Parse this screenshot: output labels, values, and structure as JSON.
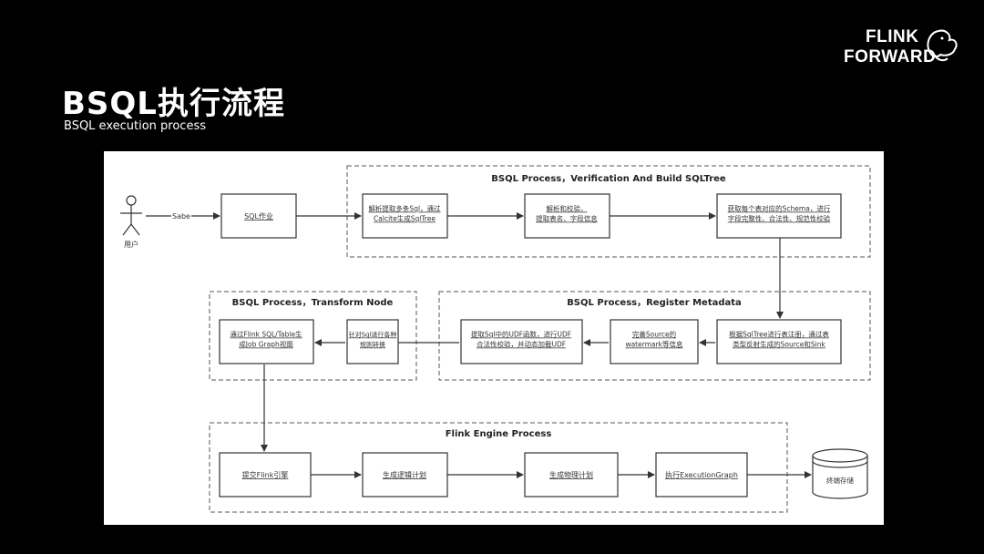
{
  "slide": {
    "title": "BSQL执行流程",
    "subtitle": "BSQL execution process"
  },
  "logo": {
    "line1": "FLINK",
    "line2": "FORWARD"
  },
  "diagram": {
    "actor_label": "用户",
    "edge_label": "Sabe",
    "groups": {
      "verify": "BSQL Process，Verification And Build SQLTree",
      "register": "BSQL Process，Register Metadata",
      "transform": "BSQL Process，Transform Node",
      "engine": "Flink Engine Process"
    },
    "nodes": {
      "sql_job": [
        "SQL作业"
      ],
      "parse": [
        "解析提取多条Sql，通过",
        "Calcite生成SqlTree"
      ],
      "validate": [
        "解析和校验，",
        "提取表名、字段信息"
      ],
      "schema": [
        "获取每个表对应的Schema，进行",
        "字段完整性、合法性、规范性校验"
      ],
      "register_table": [
        "根据SqlTree进行表注册，通过表",
        "类型反射生成的Source和Sink"
      ],
      "watermark": [
        "完善Source的",
        "watermark等信息"
      ],
      "udf": [
        "提取Sql中的UDF函数，进行UDF",
        "合法性校验，并动态加载UDF"
      ],
      "rule": [
        "针对Sql进行各种",
        "规则转换"
      ],
      "job_graph": [
        "通过Flink SQL/Table生",
        "成Job Graph视图"
      ],
      "submit": [
        "提交Flink引擎"
      ],
      "logical": [
        "生成逻辑计划"
      ],
      "physical": [
        "生成物理计划"
      ],
      "execute": [
        "执行ExecutionGraph"
      ],
      "storage": [
        "终端存储"
      ]
    }
  }
}
